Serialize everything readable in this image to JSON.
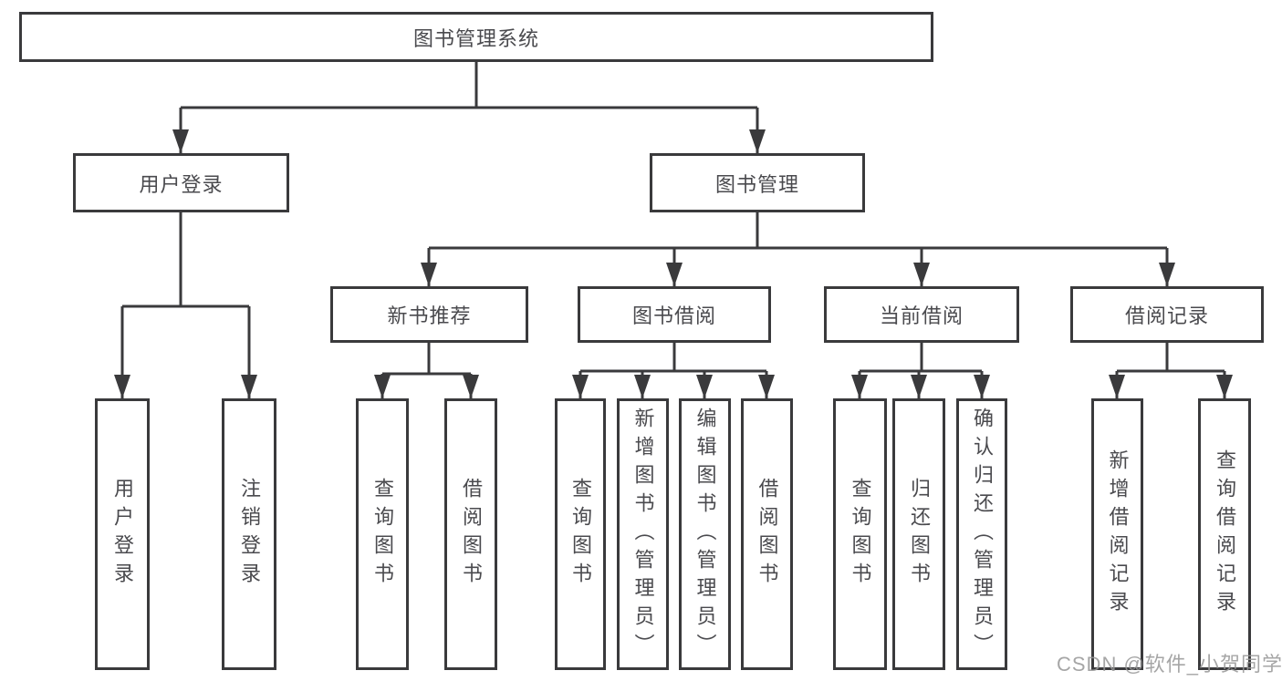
{
  "diagram_title": "图书管理系统",
  "colors": {
    "line": "#3a3a3c",
    "box_border": "#3a3a3c",
    "text": "#4a4a4e",
    "watermark": "#969696",
    "background": "#ffffff"
  },
  "tree": {
    "label": "图书管理系统",
    "children": [
      {
        "label": "用户登录",
        "children": [
          {
            "label": "用户登录"
          },
          {
            "label": "注销登录"
          }
        ]
      },
      {
        "label": "图书管理",
        "children": [
          {
            "label": "新书推荐",
            "children": [
              {
                "label": "查询图书"
              },
              {
                "label": "借阅图书"
              }
            ]
          },
          {
            "label": "图书借阅",
            "children": [
              {
                "label": "查询图书"
              },
              {
                "label": "新增图书（管理员）"
              },
              {
                "label": "编辑图书（管理员）"
              },
              {
                "label": "借阅图书"
              }
            ]
          },
          {
            "label": "当前借阅",
            "children": [
              {
                "label": "查询图书"
              },
              {
                "label": "归还图书"
              },
              {
                "label": "确认归还（管理员）"
              }
            ]
          },
          {
            "label": "借阅记录",
            "children": [
              {
                "label": "新增借阅记录"
              },
              {
                "label": "查询借阅记录"
              }
            ]
          }
        ]
      }
    ]
  },
  "watermark": {
    "text": "CSDN @软件_小贺同学"
  }
}
